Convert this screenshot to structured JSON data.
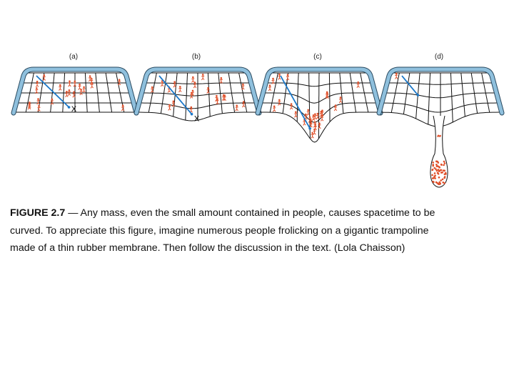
{
  "figure": {
    "panels": [
      {
        "label": "(a)",
        "marker": "X"
      },
      {
        "label": "(b)",
        "marker": "X"
      },
      {
        "label": "(c)"
      },
      {
        "label": "(d)"
      }
    ],
    "colors": {
      "frame": "#8fc0dd",
      "frame_outline": "#2a4a60",
      "arrow": "#1c78c8",
      "people": "#e0502a",
      "grid": "#111111"
    }
  },
  "caption": {
    "figure_number": "FIGURE 2.7",
    "line1": " — Any mass, even the small amount contained in people, causes spacetime to be",
    "line2": "curved. To appreciate this figure, imagine numerous people frolicking on a gigantic trampoline",
    "line3": "made of a thin rubber membrane. Then follow the discussion in the text. (Lola Chaisson)"
  }
}
